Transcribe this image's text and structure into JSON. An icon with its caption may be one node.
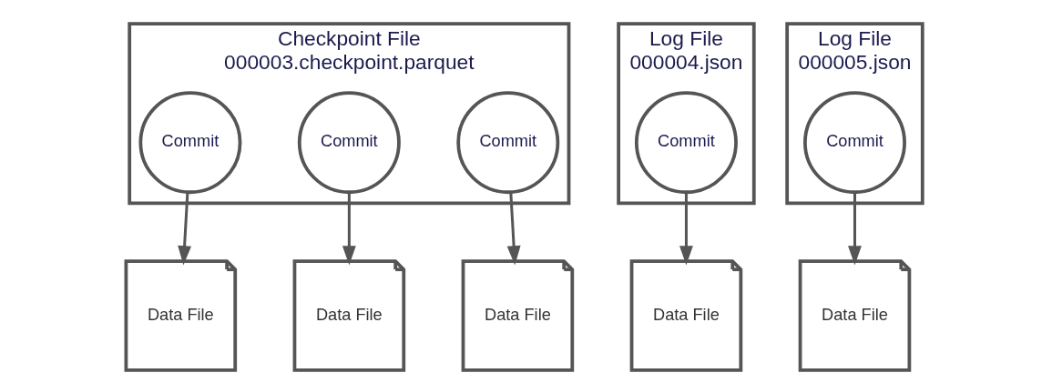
{
  "diagram": {
    "nodes": [
      {
        "text": [
          "Checkpoint File",
          "000003.checkpoint.parquet"
        ]
      },
      {
        "text": [
          "Commit"
        ],
        "in": 0
      },
      {
        "text": [
          "Commit"
        ],
        "in": 0
      },
      {
        "text": [
          "Commit"
        ],
        "in": 0
      },
      {
        "text": [
          "Log File",
          "000004.json"
        ]
      },
      {
        "text": [
          "Commit"
        ],
        "in": 4
      },
      {
        "text": [
          "Log File",
          "000005.json"
        ]
      },
      {
        "text": [
          "Commit"
        ],
        "in": 6
      },
      {
        "text": [
          "Data File"
        ]
      },
      {
        "text": [
          "Data File"
        ]
      },
      {
        "text": [
          "Data File"
        ]
      },
      {
        "text": [
          "Data File"
        ]
      },
      {
        "text": [
          "Data File"
        ]
      }
    ],
    "edges": [
      {
        "from": 1,
        "to": 8,
        "arrow": "to"
      },
      {
        "from": 2,
        "to": 9,
        "arrow": "to"
      },
      {
        "from": 3,
        "to": 10,
        "arrow": "to"
      },
      {
        "from": 5,
        "to": 11,
        "arrow": "to"
      },
      {
        "from": 7,
        "to": 12,
        "arrow": "to"
      }
    ]
  }
}
